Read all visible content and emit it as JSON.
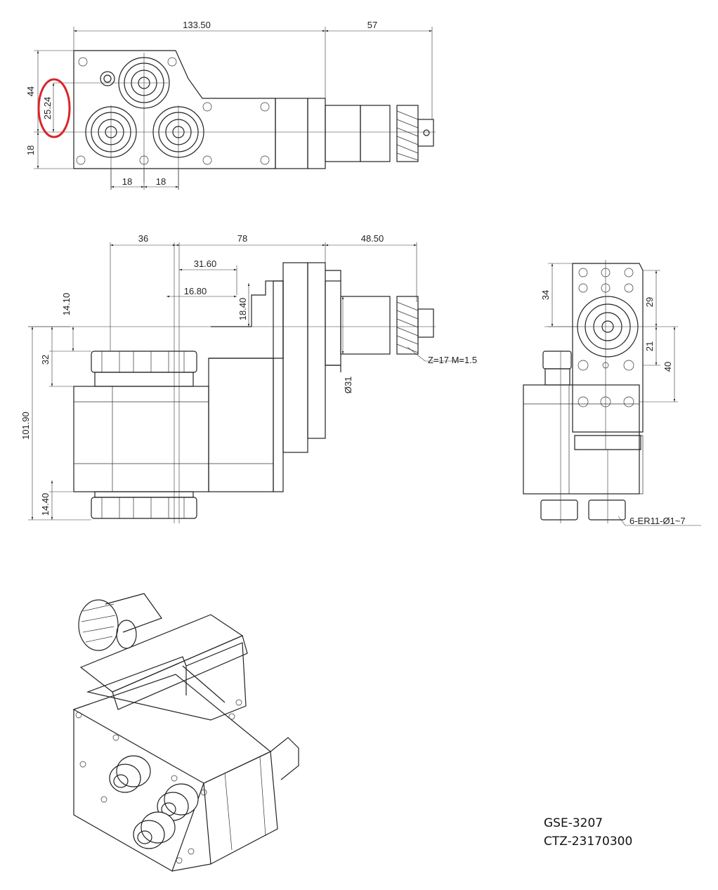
{
  "drawing": {
    "part_number": "GSE-3207",
    "ref_number": "CTZ-23170300",
    "highlight_color": "#d9262b",
    "line_color": "#222222"
  },
  "top_view": {
    "dim_length": "133.50",
    "dim_shaft": "57",
    "dim_height": "44",
    "dim_offset": "25.24",
    "dim_bottom": "18",
    "dim_pitch_left": "18",
    "dim_pitch_right": "18"
  },
  "front_view": {
    "dim_36": "36",
    "dim_78": "78",
    "dim_48": "48.50",
    "dim_31_60": "31.60",
    "dim_16_80": "16.80",
    "dim_18_40": "18.40",
    "dim_14_10": "14.10",
    "dim_32": "32",
    "dim_101_90": "101.90",
    "dim_14_40": "14.40",
    "dim_dia31": "Ø31",
    "gear_note": "Z=17  M=1.5"
  },
  "side_view": {
    "dim_34": "34",
    "dim_29": "29",
    "dim_21": "21",
    "dim_40": "40",
    "collet_note": "6-ER11-Ø1~7"
  }
}
